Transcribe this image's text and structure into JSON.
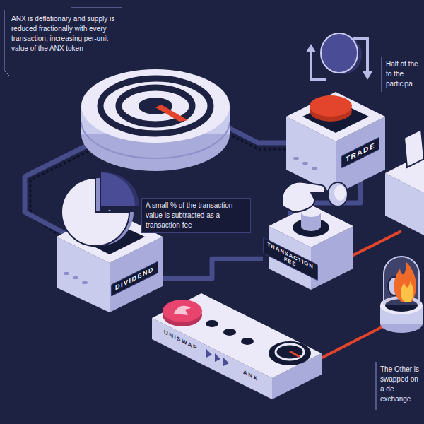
{
  "diagram": {
    "nodes": [
      {
        "text": [
          "TRADE"
        ]
      },
      {
        "text": [
          "TRANSACTION FEE"
        ]
      },
      {
        "text": [
          "DIVIDEND"
        ]
      },
      {
        "text": [
          "UNISWAP",
          "ANX"
        ]
      }
    ],
    "edges": [
      {
        "from": 0,
        "to": 1,
        "arrow": "none"
      },
      {
        "from": 1,
        "to": 2,
        "arrow": "none"
      }
    ],
    "labels": [
      "ANX is deflationary and supply is reduced fractionally with every transaction, increasing per-unit value of the ANX token",
      "A small % of the transaction value is subtracted as a transaction fee",
      "Half of the to the participa",
      "The Other is swapped on a de exchange"
    ]
  }
}
